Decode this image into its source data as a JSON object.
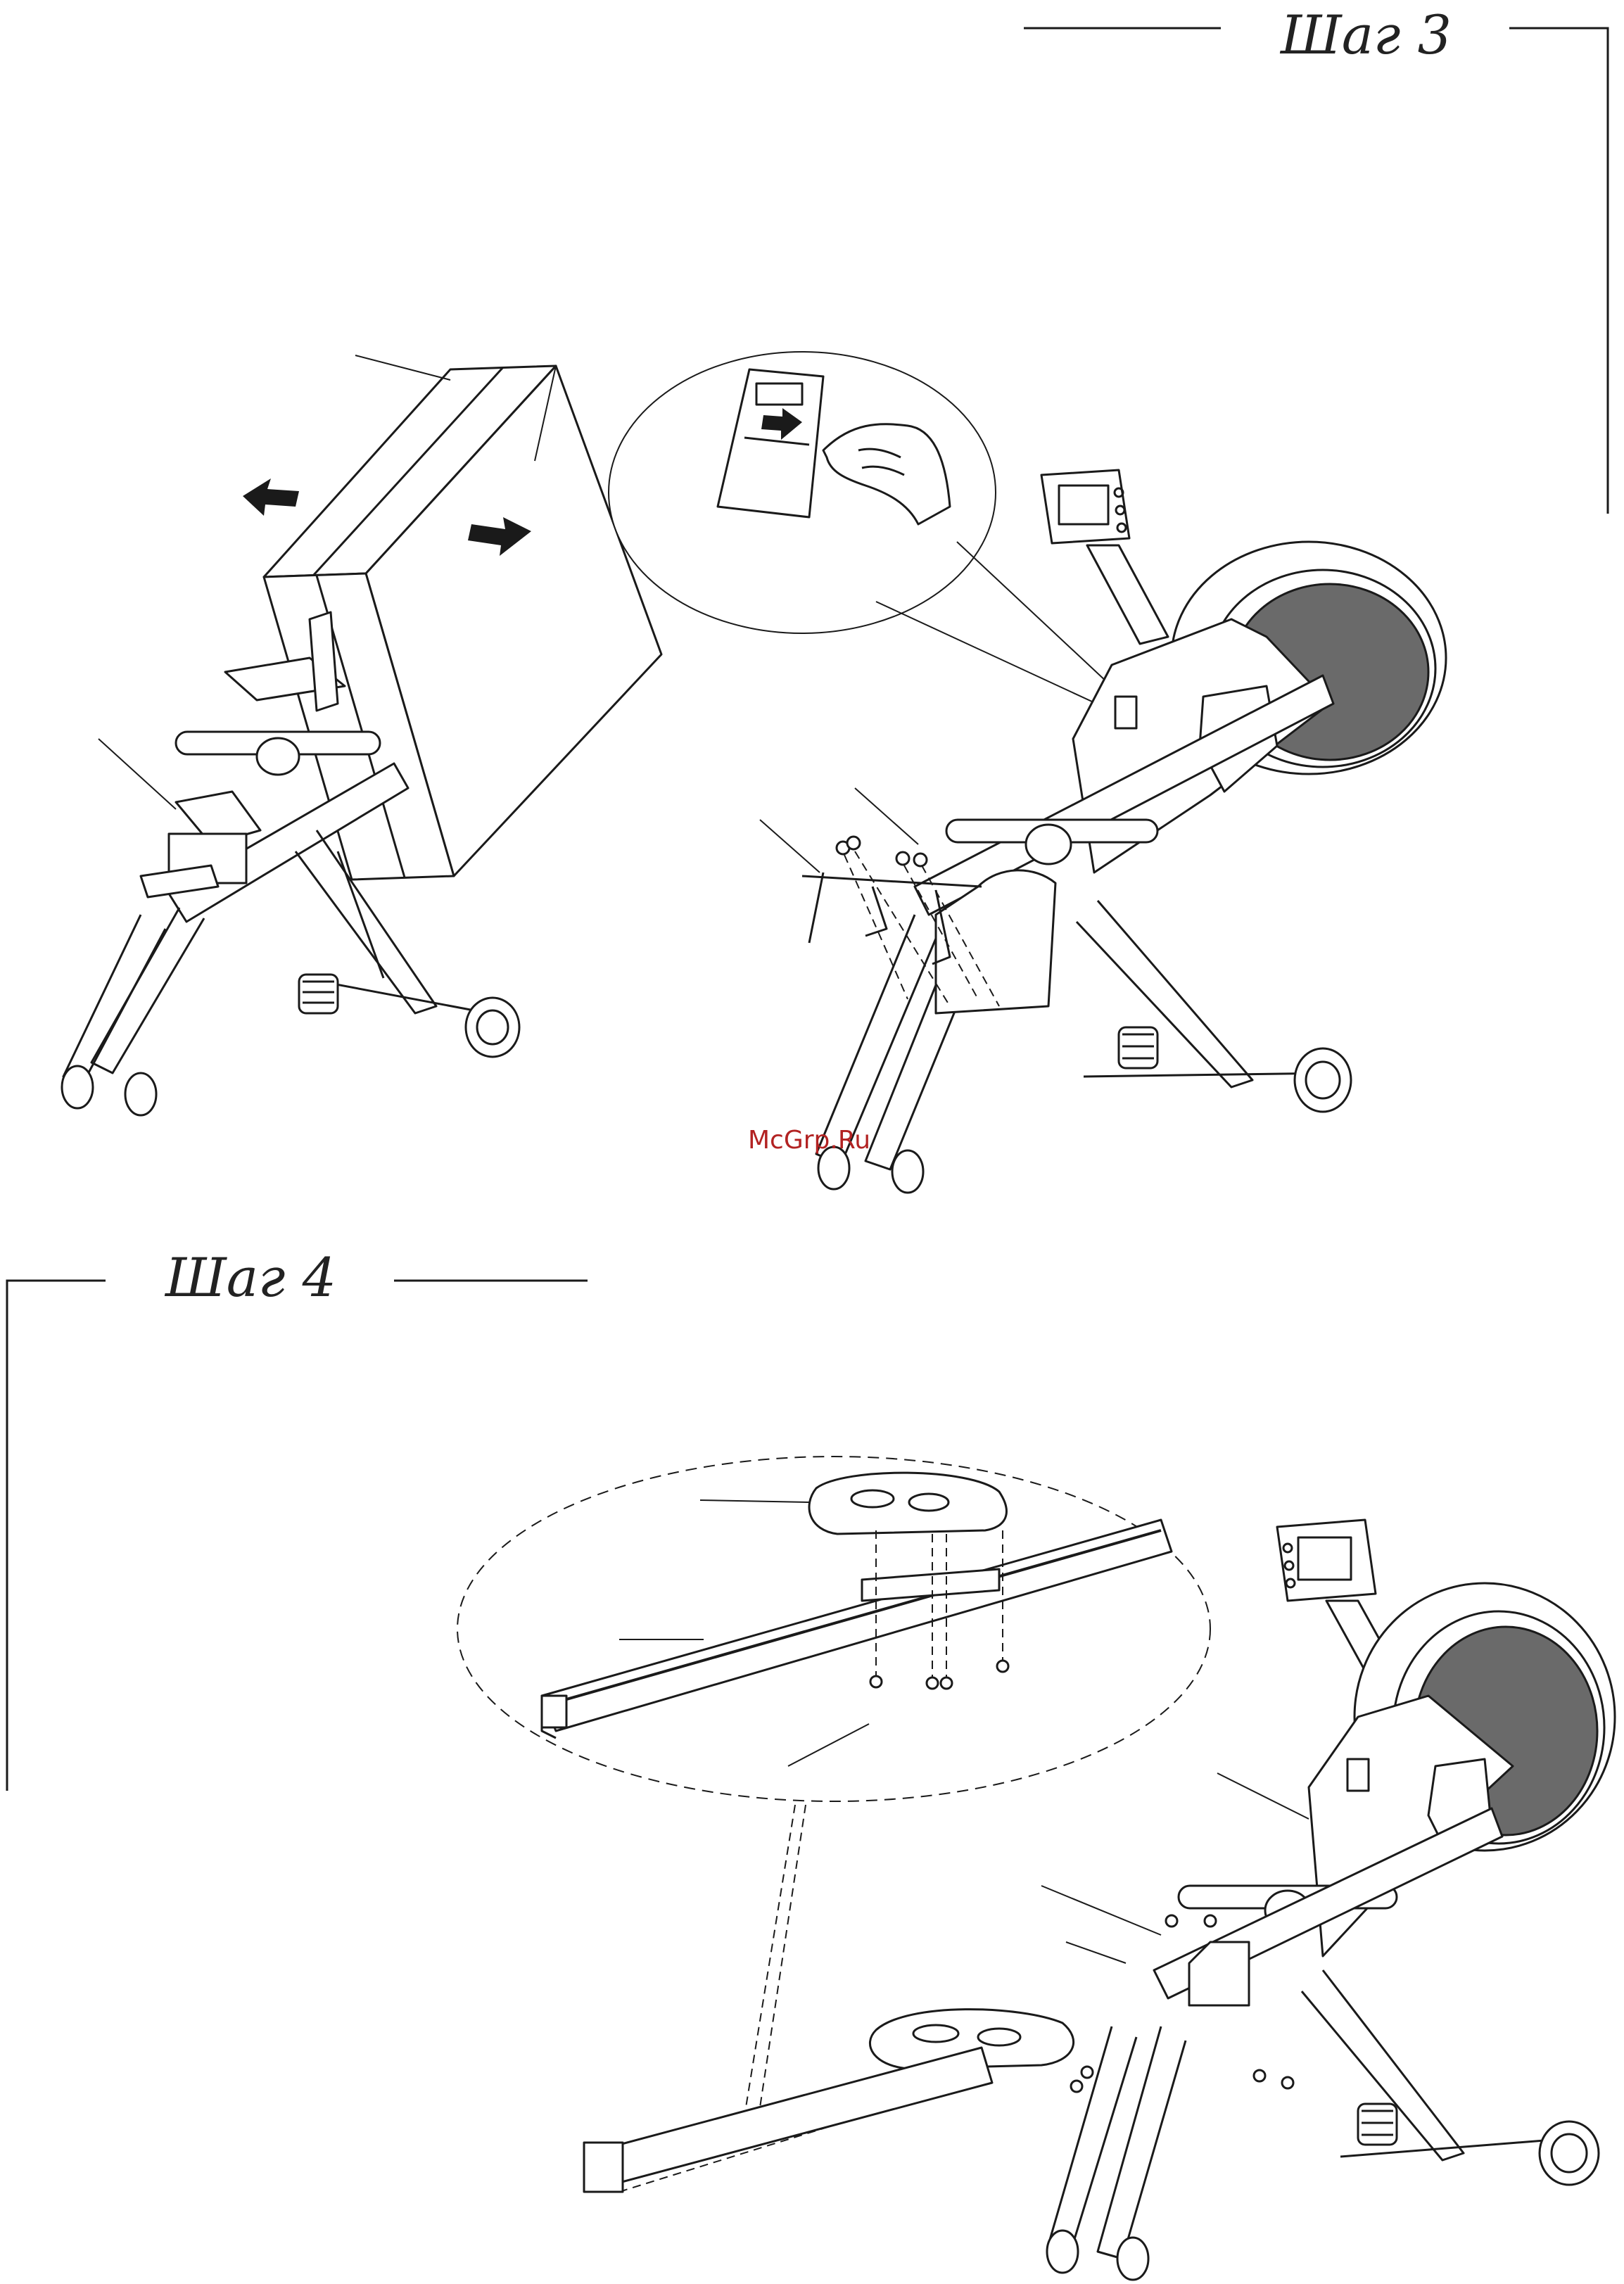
{
  "step3": {
    "title": "Шаг 3"
  },
  "step4": {
    "title": "Шаг 4"
  },
  "watermark": "McGrp.Ru",
  "colors": {
    "line": "#1a1a1a",
    "hatch": "#555555",
    "watermark": "#b22222"
  }
}
